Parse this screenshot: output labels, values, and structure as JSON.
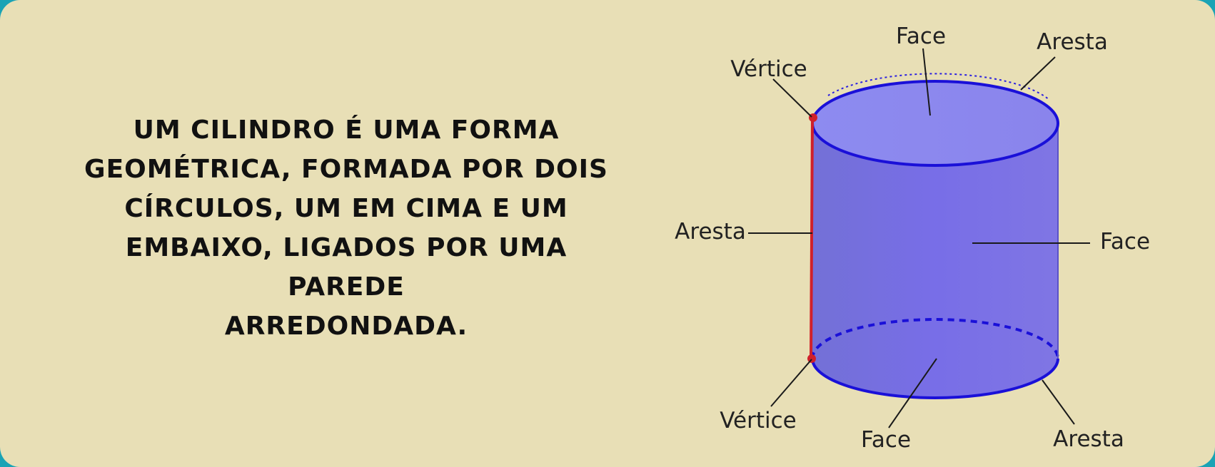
{
  "description": {
    "lines": [
      "UM CILINDRO É UMA FORMA",
      "GEOMÉTRICA, FORMADA POR DOIS",
      "CÍRCULOS, UM EM CIMA E UM",
      "EMBAIXO, LIGADOS POR UMA PAREDE",
      "ARREDONDADA."
    ]
  },
  "diagram": {
    "labels": {
      "face_top": "Face",
      "aresta_top": "Aresta",
      "vertice_top": "Vértice",
      "aresta_left": "Aresta",
      "face_right": "Face",
      "vertice_bottom": "Vértice",
      "face_bottom": "Face",
      "aresta_bottom": "Aresta"
    },
    "colors": {
      "card_background": "#e8dfb6",
      "page_border": "#1aa3b5",
      "cylinder_fill": "#6f68e6",
      "cylinder_top_fill": "#8b86ee",
      "outline": "#1a10d8",
      "highlight_edge": "#d0202a",
      "vertex_dot": "#d0202a"
    }
  }
}
